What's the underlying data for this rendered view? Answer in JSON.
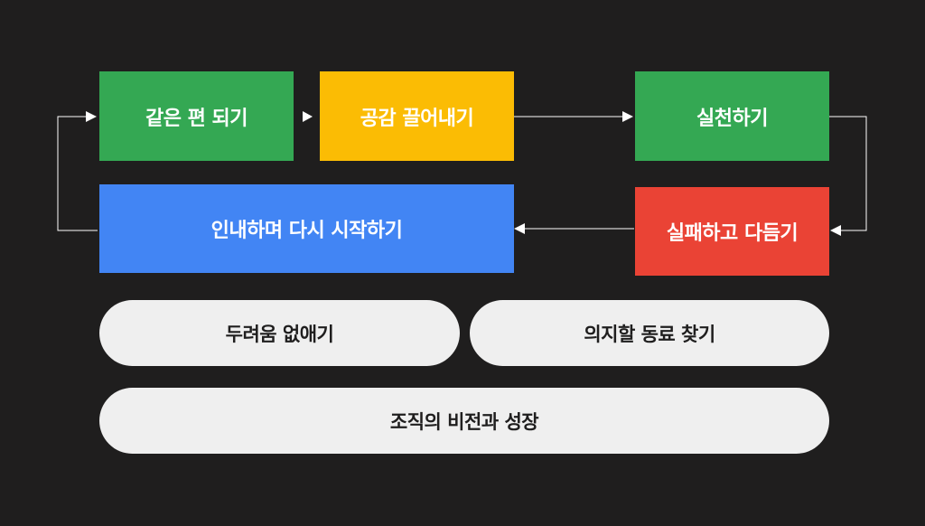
{
  "steps": {
    "same_side": "같은 편 되기",
    "empathy": "공감 끌어내기",
    "practice": "실천하기",
    "fail_retry": "실패하고 다듬기",
    "patience_restart": "인내하며 다시 시작하기"
  },
  "foundations": {
    "remove_fear": "두려움 없애기",
    "find_peers": "의지할 동료 찾기",
    "vision_growth": "조직의 비전과 성장"
  },
  "colors": {
    "background": "#1f1e1e",
    "green": "#34a853",
    "yellow": "#fbbc04",
    "red": "#ea4335",
    "blue": "#4285f4",
    "pill": "#efefef",
    "connector": "#ffffff"
  }
}
